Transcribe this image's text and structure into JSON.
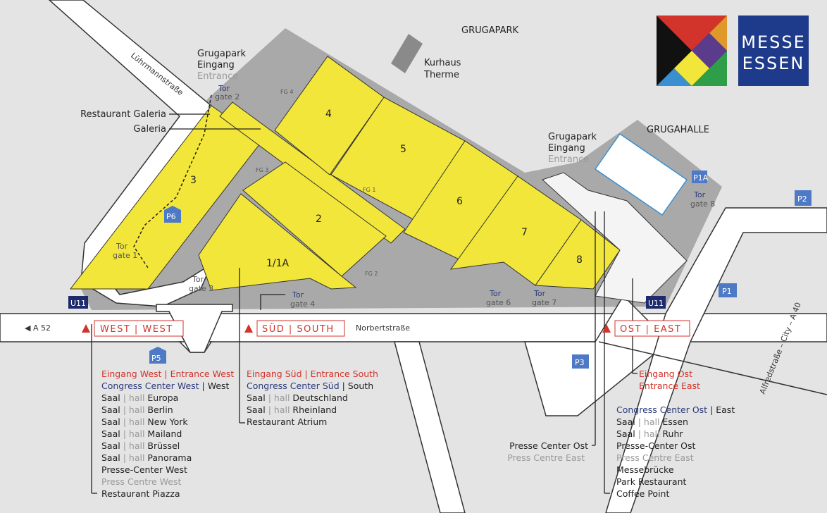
{
  "map": {
    "areas": {
      "grugapark": "GRUGAPARK",
      "grugahalle": "GRUGAHALLE",
      "kurhaus_1": "Kurhaus",
      "kurhaus_2": "Therme"
    },
    "logo": {
      "line1": "MESSE",
      "line2": "ESSEN"
    },
    "streets": {
      "luehrmann": "Lührmannstraße",
      "norbert": "Norbertstraße",
      "alfred": "Alfredstraße – City – A 40",
      "a52": "◀ A 52"
    },
    "park_entrances": [
      {
        "l1": "Grugapark",
        "l2": "Eingang",
        "l3": "Entrance"
      },
      {
        "l1": "Grugapark",
        "l2": "Eingang",
        "l3": "Entrance"
      }
    ],
    "pointers": {
      "restaurant_galeria": "Restaurant Galeria",
      "galeria": "Galeria"
    },
    "halls": [
      "1/1A",
      "2",
      "3",
      "4",
      "5",
      "6",
      "7",
      "8"
    ],
    "fg": [
      "FG 1",
      "FG 2",
      "FG 3",
      "FG 4"
    ],
    "gates": [
      {
        "tor": "Tor",
        "gate": "gate 1"
      },
      {
        "tor": "Tor",
        "gate": "gate 2"
      },
      {
        "tor": "Tor",
        "gate": "gate 3"
      },
      {
        "tor": "Tor",
        "gate": "gate 4"
      },
      {
        "tor": "Tor",
        "gate": "gate 6"
      },
      {
        "tor": "Tor",
        "gate": "gate 7"
      },
      {
        "tor": "Tor",
        "gate": "gate 8"
      }
    ],
    "parking": [
      "P1",
      "P2",
      "P3",
      "P5",
      "P6",
      "P1A"
    ],
    "ubahn": [
      "U11",
      "U11"
    ],
    "entrances": {
      "west": "WEST | WEST",
      "south": "SÜD | SOUTH",
      "east": "OST | EAST"
    },
    "colors": {
      "hall": "#f2e63a",
      "area": "#a9a9a9",
      "red": "#d2332b",
      "navy": "#2d3a7a",
      "parking": "#4d79c5",
      "ubahn": "#1d2a6b"
    }
  },
  "legend": {
    "west": {
      "entrance": "Eingang West | Entrance West",
      "congress": "Congress Center West",
      "congress_en": " | West",
      "items": [
        {
          "saal": "Saal",
          "hall": " | hall ",
          "name": "Europa"
        },
        {
          "saal": "Saal",
          "hall": " | hall ",
          "name": "Berlin"
        },
        {
          "saal": "Saal",
          "hall": " | hall ",
          "name": "New York"
        },
        {
          "saal": "Saal",
          "hall": " | hall ",
          "name": "Mailand"
        },
        {
          "saal": "Saal",
          "hall": " | hall ",
          "name": "Brüssel"
        },
        {
          "saal": "Saal",
          "hall": " | hall ",
          "name": "Panorama"
        }
      ],
      "press_de": "Presse-Center West",
      "press_en": "Press Centre West",
      "restaurant": "Restaurant Piazza"
    },
    "south": {
      "entrance": "Eingang Süd | Entrance South",
      "congress": "Congress Center Süd",
      "congress_en": " | South",
      "items": [
        {
          "saal": "Saal",
          "hall": " | hall ",
          "name": "Deutschland"
        },
        {
          "saal": "Saal",
          "hall": " | hall ",
          "name": "Rheinland"
        }
      ],
      "restaurant": "Restaurant Atrium"
    },
    "east": {
      "entrance_de": "Eingang Ost",
      "entrance_en": "Entrance East",
      "congress": "Congress Center Ost",
      "congress_en": " | East",
      "items": [
        {
          "saal": "Saal",
          "hall": " | hall ",
          "name": "Essen"
        },
        {
          "saal": "Saal",
          "hall": " | hall ",
          "name": "Ruhr"
        }
      ],
      "press_de": "Presse-Center Ost",
      "press_en": "Press Centre East",
      "others": [
        "Messebrücke",
        "Park Restaurant",
        "Coffee Point"
      ],
      "press_side_de": "Presse Center Ost",
      "press_side_en": "Press Centre East"
    }
  }
}
